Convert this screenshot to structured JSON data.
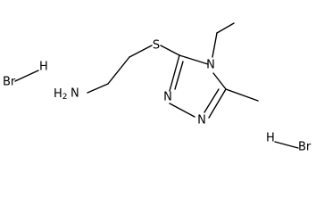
{
  "molecule": {
    "atoms": {
      "sulfur": "S",
      "ring_nitrogen_ethyl": "N",
      "ring_nitrogen_left": "N",
      "ring_nitrogen_right": "N",
      "amine_n": "N",
      "amine_h2": "H2",
      "counterion_1_br": "Br",
      "counterion_1_h": "H",
      "counterion_2_h": "H",
      "counterion_2_br": "Br"
    }
  }
}
